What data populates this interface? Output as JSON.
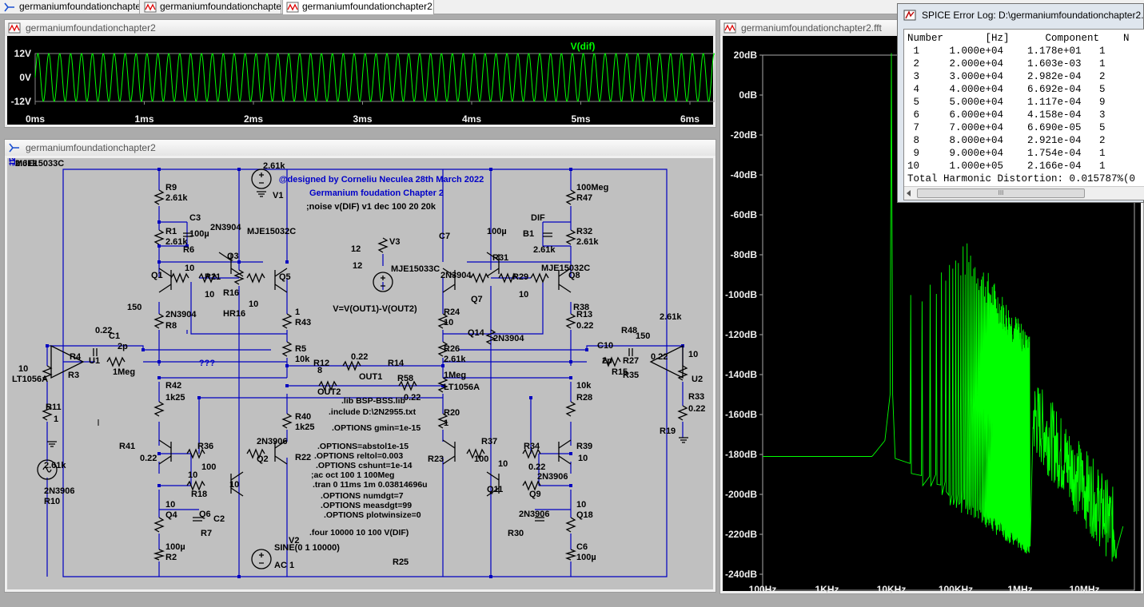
{
  "tabs": [
    {
      "label": "germaniumfoundationchapter2",
      "icon": "schematic-icon",
      "active": false
    },
    {
      "label": "germaniumfoundationchapter2",
      "icon": "waveform-icon",
      "active": false
    },
    {
      "label": "germaniumfoundationchapter2.fft",
      "icon": "waveform-icon",
      "active": true
    }
  ],
  "windows": {
    "transient": {
      "title": "germaniumfoundationchapter2",
      "trace_label": "V(dif)",
      "y_ticks": [
        "12V",
        "0V",
        "-12V"
      ],
      "x_ticks": [
        "0ms",
        "1ms",
        "2ms",
        "3ms",
        "4ms",
        "5ms",
        "6ms"
      ]
    },
    "schematic": {
      "title": "germaniumfoundationchapter2"
    },
    "fft": {
      "title": "germaniumfoundationchapter2.fft",
      "y_ticks": [
        "20dB",
        "0dB",
        "-20dB",
        "-40dB",
        "-60dB",
        "-80dB",
        "-100dB",
        "-120dB",
        "-140dB",
        "-160dB",
        "-180dB",
        "-200dB",
        "-220dB",
        "-240dB"
      ],
      "x_ticks": [
        "100Hz",
        "1KHz",
        "10KHz",
        "100KHz",
        "1MHz",
        "10MHz"
      ]
    }
  },
  "error_log": {
    "title": "SPICE Error Log: D:\\germaniumfoundationchapter2.lo",
    "header": "Number       [Hz]      Component    N",
    "rows": [
      " 1     1.000e+04    1.178e+01   1",
      " 2     2.000e+04    1.603e-03   1",
      " 3     3.000e+04    2.982e-04   2",
      " 4     4.000e+04    6.692e-04   5",
      " 5     5.000e+04    1.117e-04   9",
      " 6     6.000e+04    4.158e-04   3",
      " 7     7.000e+04    6.690e-05   5",
      " 8     8.000e+04    2.921e-04   2",
      " 9     9.000e+04    1.754e-04   1",
      "10     1.000e+05    2.166e-04   1"
    ],
    "thd": "Total Harmonic Distortion: 0.015787%(0",
    "scroll_thumb": "III"
  },
  "schematic_text": {
    "credit": "@designed by Corneliu Neculea 28th March 2022",
    "subtitle": "Germanium foudation Chapter 2",
    "noise": ";noise v(DIF) v1 dec 100 20 20k",
    "vdif": "V=V(OUT1)-V(OUT2)",
    "qqq": "???",
    "directives": [
      ".lib BSP-BSS.lib",
      ".include D:\\2N2955.txt",
      ".OPTIONS gmin=1e-15",
      ".OPTIONS=abstol1e-15",
      ".OPTIONS reltol=0.003",
      ".OPTIONS cshunt=1e-14",
      ";ac oct 100 1 100Meg",
      ".tran 0 11ms 1m 0.03814696u",
      ".OPTIONS numdgt=7",
      ".OPTIONS measdgt=99",
      ".OPTIONS plotwinsize=0",
      ".four 10000 10 100 V(DIF)"
    ]
  },
  "schematic_labels": [
    "R9",
    "2.61k",
    "C3",
    "100µ",
    "R1",
    "2.61k",
    "2N3904",
    "MJE15032C",
    "R6",
    "10",
    "Q3",
    "Q1",
    "R21",
    "10",
    "Q5",
    "R16",
    "10",
    "HR16",
    "150",
    "2N3904",
    "R8",
    "1",
    "R43",
    "0.22",
    "C1",
    "2p",
    "R4",
    "U1",
    "1Meg",
    "R3",
    "10",
    "LT1056A",
    "R5",
    "10k",
    "R12",
    "0.22",
    "OUT1",
    "R14",
    "8",
    "OUT2",
    "R58",
    "0.22",
    "R42",
    "1k25",
    "R40",
    "1k25",
    "R11",
    "1",
    "R41",
    "0.22",
    "R36",
    "100",
    "2N3906",
    "Q2",
    "R22",
    "10",
    "R18",
    "10",
    "Q6",
    "R7",
    "10",
    "Q4",
    "C2",
    "100µ",
    "R2",
    "2.61k",
    "2N3906",
    "R10",
    "2.61k",
    "V1",
    "SINE(0 1 10000)",
    "AC 1",
    "V2",
    "12",
    "V3",
    "12",
    "MJE15033C",
    "100Meg",
    "R47",
    "DIF",
    "B1",
    "R32",
    "2.61k",
    "C7",
    "100µ",
    "R31",
    "2.61k",
    "MJE15032C",
    "2N3904",
    "Q7",
    "R29",
    "10",
    "Q8",
    "R38",
    "R24",
    "10",
    "Q14",
    "2N3904",
    "R13",
    "0.22",
    "R48",
    "150",
    "R26",
    "2.61k",
    "C10",
    "2p",
    "R15",
    "0.22",
    "R27",
    "R35",
    "10",
    "U2",
    "1Meg",
    "LT1056A",
    "10k",
    "R28",
    "R33",
    "0.22",
    "R20",
    "1",
    "R37",
    "100",
    "R34",
    "0.22",
    "R39",
    "10",
    "R23",
    "10",
    "2N3906",
    "Q9",
    "Q11",
    "2N3906",
    "R30",
    "10",
    "Q18",
    "C6",
    "100µ",
    "R25",
    "2.61k",
    "R19",
    "2.61k",
    "MJE15033C",
    "12V",
    "-12V"
  ],
  "colors": {
    "plot_bg": "#000000",
    "trace": "#00ff00",
    "axis_text": "#f0f0f0",
    "schematic_bg": "#c0c0c0",
    "wire": "#0000c0",
    "comp": "#000000",
    "text_blue": "#0000c8"
  }
}
